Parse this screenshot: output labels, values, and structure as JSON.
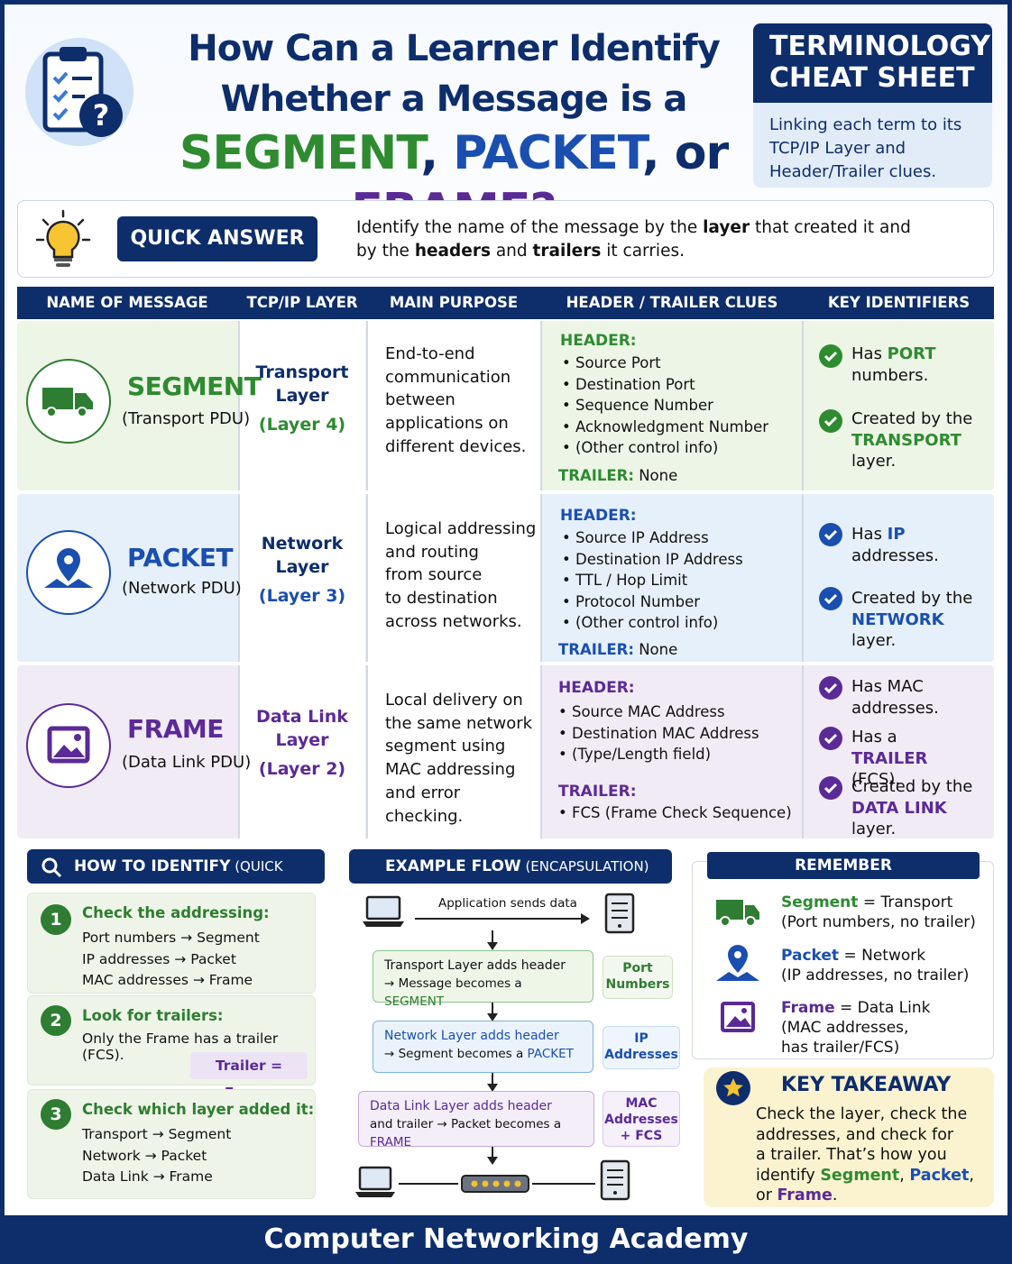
{
  "title": {
    "line1": "How Can a Learner Identify",
    "line2": "Whether a Message is a",
    "segment": "SEGMENT",
    "comma1": ",",
    "packet": "PACKET",
    "comma2": ", or",
    "frame": "FRAME?"
  },
  "cheat_sheet": {
    "heading_line1": "TERMINOLOGY",
    "heading_line2": "CHEAT SHEET",
    "sub_line1": "Linking each term to its",
    "sub_line2": "TCP/IP Layer and",
    "sub_line3": "Header/Trailer clues."
  },
  "quick_answer": {
    "label": "QUICK ANSWER",
    "l1_a": "Identify the name of the message by the ",
    "l1_b": "layer",
    "l1_c": " that created it and",
    "l2_a": "by the ",
    "l2_b": "headers",
    "l2_c": " and ",
    "l2_d": "trailers",
    "l2_e": " it carries."
  },
  "table": {
    "headers": [
      "NAME OF MESSAGE",
      "TCP/IP LAYER",
      "MAIN PURPOSE",
      "HEADER / TRAILER CLUES",
      "KEY IDENTIFIERS"
    ],
    "header_label": "HEADER:",
    "trailer_label": "TRAILER:",
    "rows": [
      {
        "name": "SEGMENT",
        "pdu": "(Transport PDU)",
        "layer_l1": "Transport",
        "layer_l2": "Layer",
        "layer_num": "(Layer 4)",
        "purpose": [
          "End-to-end",
          "communication",
          "between",
          "applications on",
          "different devices."
        ],
        "header_items": [
          "Source Port",
          "Destination Port",
          "Sequence Number",
          "Acknowledgment Number",
          "(Other control info)"
        ],
        "trailer": "None",
        "id1_a": "Has ",
        "id1_b": "PORT",
        "id1_c": "numbers.",
        "id2_a": "Created by the",
        "id2_b": "TRANSPORT",
        "id2_c": "layer."
      },
      {
        "name": "PACKET",
        "pdu": "(Network PDU)",
        "layer_l1": "Network",
        "layer_l2": "Layer",
        "layer_num": "(Layer 3)",
        "purpose": [
          "Logical addressing",
          "and routing",
          "from source",
          "to destination",
          "across networks."
        ],
        "header_items": [
          "Source IP Address",
          "Destination IP Address",
          "TTL / Hop Limit",
          "Protocol Number",
          "(Other control info)"
        ],
        "trailer": "None",
        "id1_a": "Has ",
        "id1_b": "IP",
        "id1_c": "addresses.",
        "id2_a": "Created by the",
        "id2_b": "NETWORK",
        "id2_c": "layer."
      },
      {
        "name": "FRAME",
        "pdu": "(Data Link PDU)",
        "layer_l1": "Data Link",
        "layer_l2": "Layer",
        "layer_num": "(Layer 2)",
        "purpose": [
          "Local delivery on",
          "the same network",
          "segment using",
          "MAC addressing",
          "and error checking."
        ],
        "header_items": [
          "Source MAC Address",
          "Destination MAC Address",
          "(Type/Length field)"
        ],
        "trailer_item": "FCS (Frame Check Sequence)",
        "id1_a": "Has MAC",
        "id1_c": "addresses.",
        "id2_a": "Has a ",
        "id2_b": "TRAILER",
        "id2_c": "(FCS).",
        "id3_a": "Created by the",
        "id3_b": "DATA LINK",
        "id3_c": "layer."
      }
    ]
  },
  "how_to": {
    "label_main": "HOW TO IDENTIFY",
    "label_sub": " (QUICK CLUES)",
    "clues": [
      {
        "num": "1",
        "title": "Check the addressing:",
        "lines": [
          "Port numbers → Segment",
          "IP addresses → Packet",
          "MAC addresses → Frame"
        ]
      },
      {
        "num": "2",
        "title": "Look for trailers:",
        "lines": [
          "Only the Frame has a trailer (FCS)."
        ],
        "badge": "Trailer = Frame"
      },
      {
        "num": "3",
        "title": "Check which layer added it:",
        "lines": [
          "Transport → Segment",
          "Network → Packet",
          "Data Link → Frame"
        ]
      }
    ]
  },
  "flow": {
    "label_main": "EXAMPLE FLOW",
    "label_sub": " (ENCAPSULATION)",
    "app_sends": "Application sends data",
    "steps": [
      {
        "l1_a": "Transport Layer adds header",
        "l2_a": "→ Message becomes a ",
        "l2_b": "SEGMENT",
        "tag_l1": "Port",
        "tag_l2": "Numbers"
      },
      {
        "l1_a": "Network Layer adds header",
        "l2_a": "→ Segment becomes a ",
        "l2_b": "PACKET",
        "tag_l1": "IP",
        "tag_l2": "Addresses"
      },
      {
        "l1_a": "Data Link Layer adds header",
        "l2_a": "and trailer → Packet becomes a ",
        "l2_b": "FRAME",
        "tag_l1": "MAC",
        "tag_l2": "Addresses",
        "tag_l3": "+ FCS"
      }
    ]
  },
  "remember": {
    "label": "REMEMBER",
    "items": [
      {
        "term": "Segment",
        "eq": " = Transport",
        "detail": "(Port numbers, no trailer)"
      },
      {
        "term": "Packet",
        "eq": " = Network",
        "detail": "(IP addresses, no trailer)"
      },
      {
        "term": "Frame",
        "eq": " = Data Link",
        "detail": "(MAC addresses,",
        "detail2": "has trailer/FCS)"
      }
    ]
  },
  "takeaway": {
    "label": "KEY TAKEAWAY",
    "l1": "Check the layer, check the",
    "l2": "addresses, and check for",
    "l3": "a trailer. That’s how you",
    "l4_a": "identify ",
    "l4_b": "Segment",
    "l4_c": ", ",
    "l4_d": "Packet",
    "l4_e": ",",
    "l5_a": "or ",
    "l5_b": "Frame",
    "l5_c": "."
  },
  "footer": "Computer Networking Academy",
  "colors": {
    "navy": "#0d2d6b",
    "green": "#2e8b30",
    "blue": "#1a4fb0",
    "purple": "#5b2a96"
  }
}
